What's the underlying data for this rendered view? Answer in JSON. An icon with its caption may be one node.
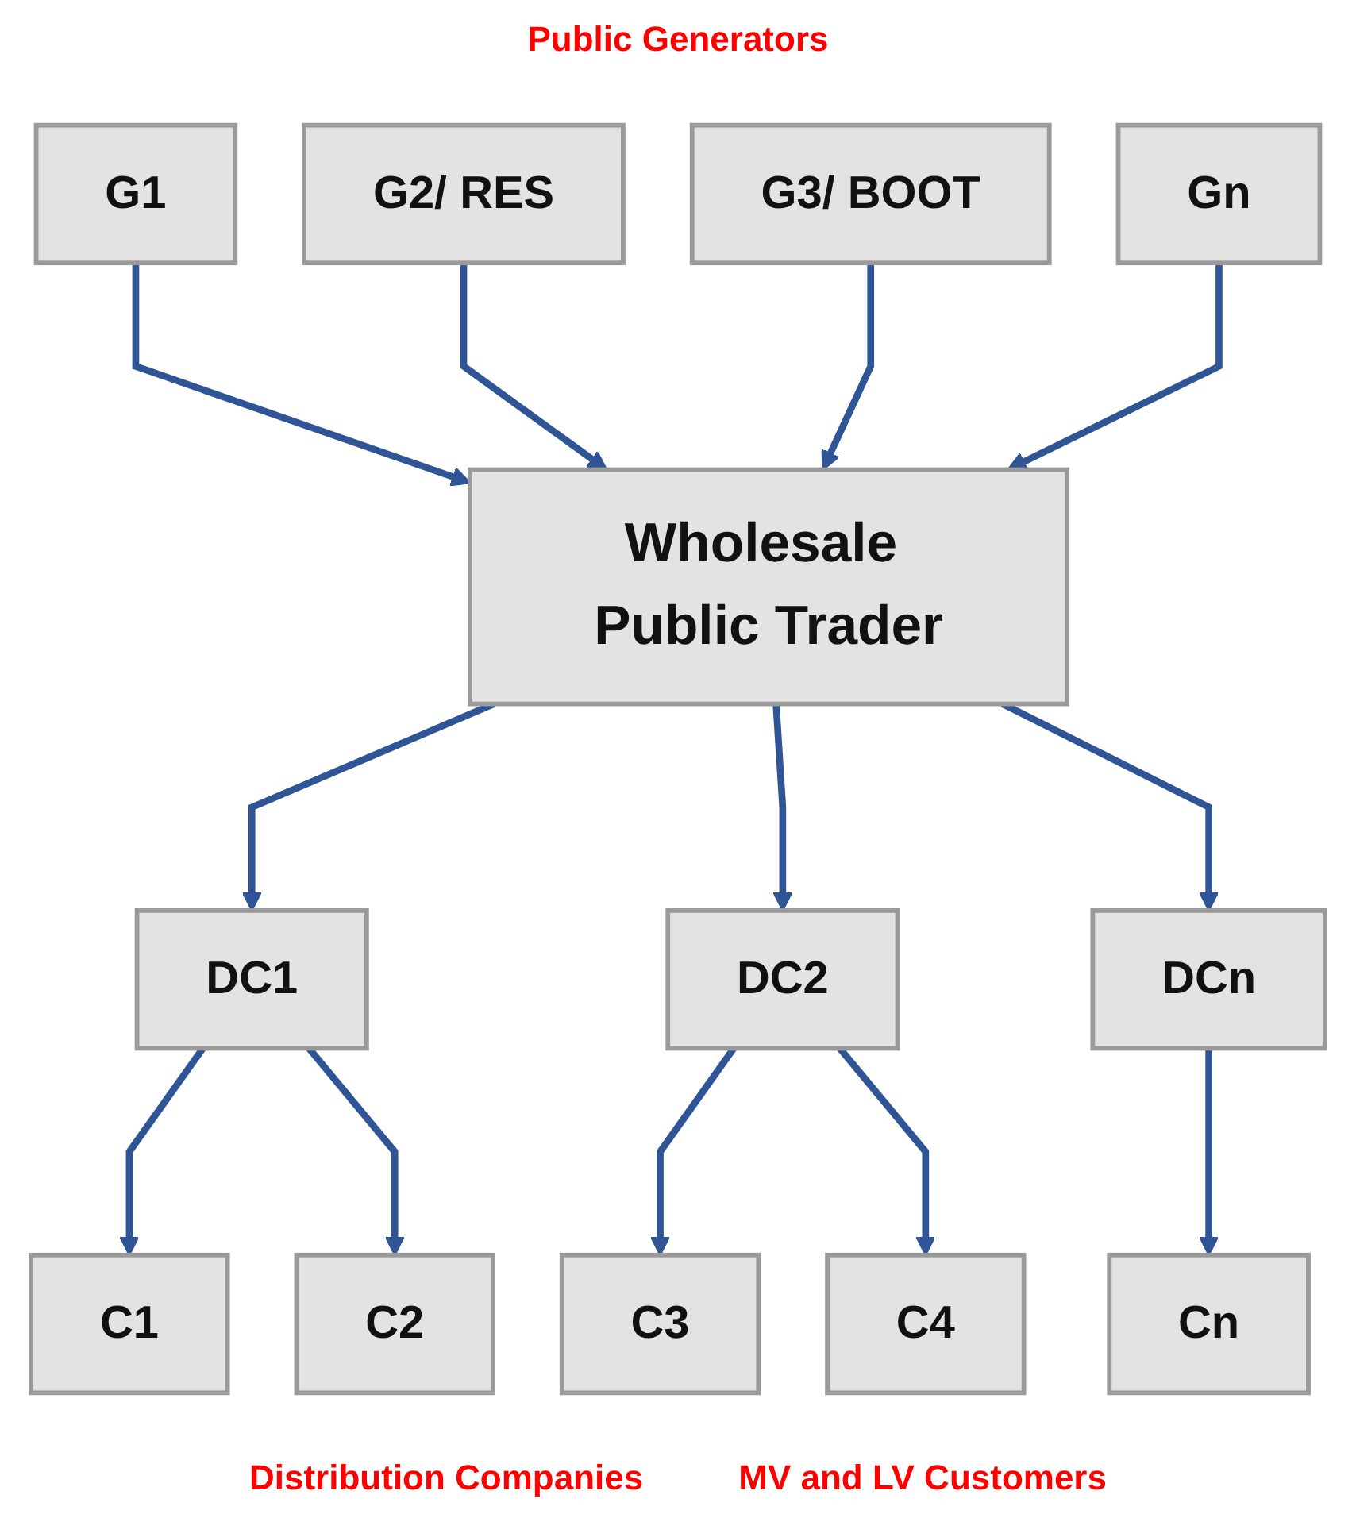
{
  "diagram": {
    "nodes": [
      {
        "text": [
          "G1"
        ]
      },
      {
        "text": [
          "G2/ RES"
        ]
      },
      {
        "text": [
          "G3/ BOOT"
        ]
      },
      {
        "text": [
          "Gn"
        ]
      },
      {
        "text": [
          "Wholesale Public Trader"
        ]
      },
      {
        "text": [
          "DC1"
        ]
      },
      {
        "text": [
          "DC2"
        ]
      },
      {
        "text": [
          "DCn"
        ]
      },
      {
        "text": [
          "C1"
        ]
      },
      {
        "text": [
          "C2"
        ]
      },
      {
        "text": [
          "C3"
        ]
      },
      {
        "text": [
          "C4"
        ]
      },
      {
        "text": [
          "Cn"
        ]
      }
    ],
    "edges": [
      {
        "from": 0,
        "to": 4,
        "arrow": "to"
      },
      {
        "from": 1,
        "to": 4,
        "arrow": "to"
      },
      {
        "from": 2,
        "to": 4,
        "arrow": "to"
      },
      {
        "from": 3,
        "to": 4,
        "arrow": "to"
      },
      {
        "from": 4,
        "to": 5,
        "arrow": "to"
      },
      {
        "from": 4,
        "to": 6,
        "arrow": "to"
      },
      {
        "from": 4,
        "to": 7,
        "arrow": "to"
      },
      {
        "from": 5,
        "to": 8,
        "arrow": "to"
      },
      {
        "from": 5,
        "to": 9,
        "arrow": "to"
      },
      {
        "from": 6,
        "to": 10,
        "arrow": "to"
      },
      {
        "from": 6,
        "to": 11,
        "arrow": "to"
      },
      {
        "from": 7,
        "to": 12,
        "arrow": "to"
      }
    ],
    "labels": [
      "Public Generators",
      "Distribution Companies",
      "MV and LV Customers"
    ]
  }
}
